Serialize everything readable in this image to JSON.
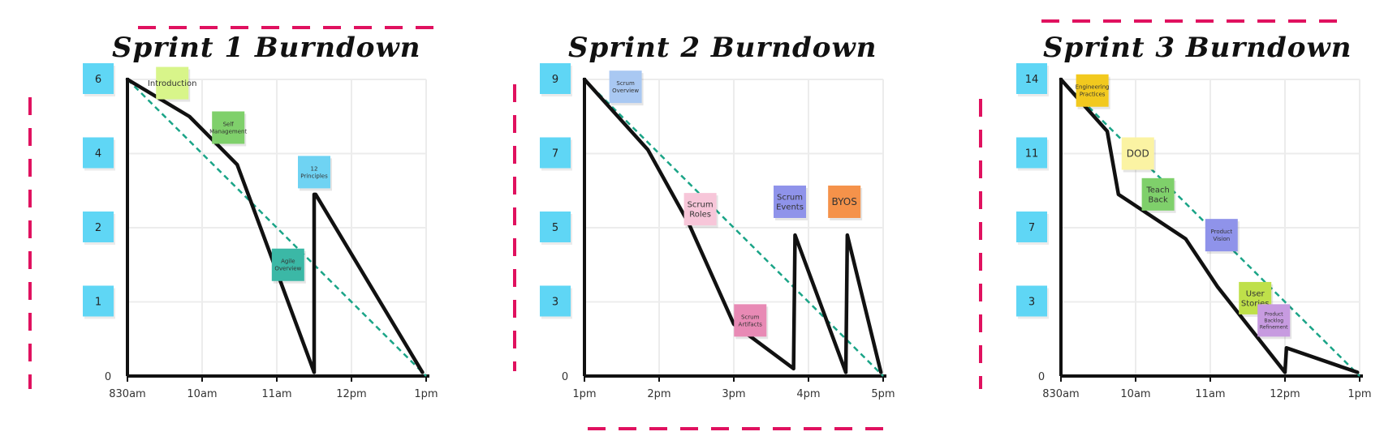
{
  "colors": {
    "dash_accent": "#e0115f",
    "ideal_line": "#1aa487",
    "actual_line": "#111111",
    "grid": "#ececec",
    "ytag": "#5fd6f5"
  },
  "chart_data": [
    {
      "type": "line",
      "title": "Sprint 1 Burndown",
      "x_tick_labels": [
        "830am",
        "10am",
        "11am",
        "12pm",
        "1pm"
      ],
      "y_tick_labels": [
        "0",
        "1",
        "2",
        "4",
        "6"
      ],
      "xlim": [
        0,
        4
      ],
      "ylim": [
        0,
        4
      ],
      "grid": true,
      "series": [
        {
          "role": "ideal",
          "x": [
            0,
            4
          ],
          "y": [
            4,
            0
          ]
        },
        {
          "role": "actual",
          "x": [
            0,
            0.83,
            1.47,
            2.5,
            2.5,
            2.52,
            3.95
          ],
          "y": [
            4,
            3.5,
            2.85,
            0.05,
            2.45,
            2.45,
            0.05
          ]
        }
      ],
      "sticky_notes": [
        {
          "text": "Introduction",
          "x": 0.6,
          "y": 3.95,
          "color": "#d8f58a"
        },
        {
          "text": "Self Management",
          "x": 1.35,
          "y": 3.35,
          "color": "#7fd06b"
        },
        {
          "text": "12 Principles",
          "x": 2.5,
          "y": 2.75,
          "color": "#6fd3f3"
        },
        {
          "text": "Agile Overview",
          "x": 2.15,
          "y": 1.5,
          "color": "#3bb8a6"
        }
      ]
    },
    {
      "type": "line",
      "title": "Sprint 2 Burndown",
      "x_tick_labels": [
        "1pm",
        "2pm",
        "3pm",
        "4pm",
        "5pm"
      ],
      "y_tick_labels": [
        "0",
        "3",
        "5",
        "7",
        "9"
      ],
      "xlim": [
        0,
        4
      ],
      "ylim": [
        0,
        4
      ],
      "grid": true,
      "series": [
        {
          "role": "ideal",
          "x": [
            0,
            4
          ],
          "y": [
            4,
            0
          ]
        },
        {
          "role": "actual",
          "x": [
            0,
            0.85,
            1.4,
            2.0,
            2.8,
            2.82,
            3.5,
            3.52,
            3.97
          ],
          "y": [
            4,
            3.05,
            2.05,
            0.7,
            0.1,
            1.9,
            0.05,
            1.9,
            0.05
          ]
        }
      ],
      "sticky_notes": [
        {
          "text": "Scrum Overview",
          "x": 0.55,
          "y": 3.9,
          "color": "#a9c8f2"
        },
        {
          "text": "Scrum Roles",
          "x": 1.55,
          "y": 2.25,
          "color": "#f7c6d9"
        },
        {
          "text": "Scrum Artifacts",
          "x": 2.22,
          "y": 0.75,
          "color": "#e88ab5"
        },
        {
          "text": "Scrum Events",
          "x": 2.75,
          "y": 2.35,
          "color": "#8f93ea"
        },
        {
          "text": "BYOS",
          "x": 3.48,
          "y": 2.35,
          "color": "#f5924a"
        }
      ]
    },
    {
      "type": "line",
      "title": "Sprint 3 Burndown",
      "x_tick_labels": [
        "830am",
        "10am",
        "11am",
        "12pm",
        "1pm"
      ],
      "y_tick_labels": [
        "0",
        "3",
        "7",
        "11",
        "14"
      ],
      "xlim": [
        0,
        4
      ],
      "ylim": [
        0,
        4
      ],
      "grid": true,
      "series": [
        {
          "role": "ideal",
          "x": [
            0,
            4
          ],
          "y": [
            4,
            0
          ]
        },
        {
          "role": "actual",
          "x": [
            0,
            0.62,
            0.77,
            1.67,
            2.1,
            3.0,
            3.02,
            3.97
          ],
          "y": [
            4,
            3.3,
            2.45,
            1.85,
            1.2,
            0.05,
            0.38,
            0.05
          ]
        }
      ],
      "sticky_notes": [
        {
          "text": "Engineering Practices",
          "x": 0.42,
          "y": 3.85,
          "color": "#f2c91e"
        },
        {
          "text": "DOD",
          "x": 1.03,
          "y": 3.0,
          "color": "#fbf3a3"
        },
        {
          "text": "Teach Back",
          "x": 1.3,
          "y": 2.45,
          "color": "#7fd06b"
        },
        {
          "text": "Product Vision",
          "x": 2.15,
          "y": 1.9,
          "color": "#8f93ea"
        },
        {
          "text": "User Stories",
          "x": 2.6,
          "y": 1.05,
          "color": "#bfe04a"
        },
        {
          "text": "Product Backlog Refinement",
          "x": 2.85,
          "y": 0.75,
          "color": "#c79be0"
        }
      ]
    }
  ]
}
